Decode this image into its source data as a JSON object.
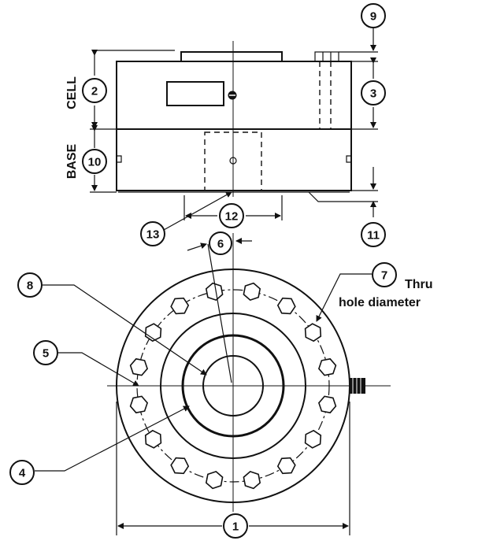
{
  "labels": {
    "cell": "CELL",
    "base": "BASE",
    "thru": "Thru",
    "hole_diameter": "hole diameter"
  },
  "callouts": [
    {
      "id": "1",
      "name": "callout-1"
    },
    {
      "id": "2",
      "name": "callout-2"
    },
    {
      "id": "3",
      "name": "callout-3"
    },
    {
      "id": "4",
      "name": "callout-4"
    },
    {
      "id": "5",
      "name": "callout-5"
    },
    {
      "id": "6",
      "name": "callout-6"
    },
    {
      "id": "7",
      "name": "callout-7"
    },
    {
      "id": "8",
      "name": "callout-8"
    },
    {
      "id": "9",
      "name": "callout-9"
    },
    {
      "id": "10",
      "name": "callout-10"
    },
    {
      "id": "11",
      "name": "callout-11"
    },
    {
      "id": "12",
      "name": "callout-12"
    },
    {
      "id": "13",
      "name": "callout-13"
    }
  ],
  "bolt_count": 16,
  "colors": {
    "line": "#111111",
    "background": "#ffffff"
  }
}
